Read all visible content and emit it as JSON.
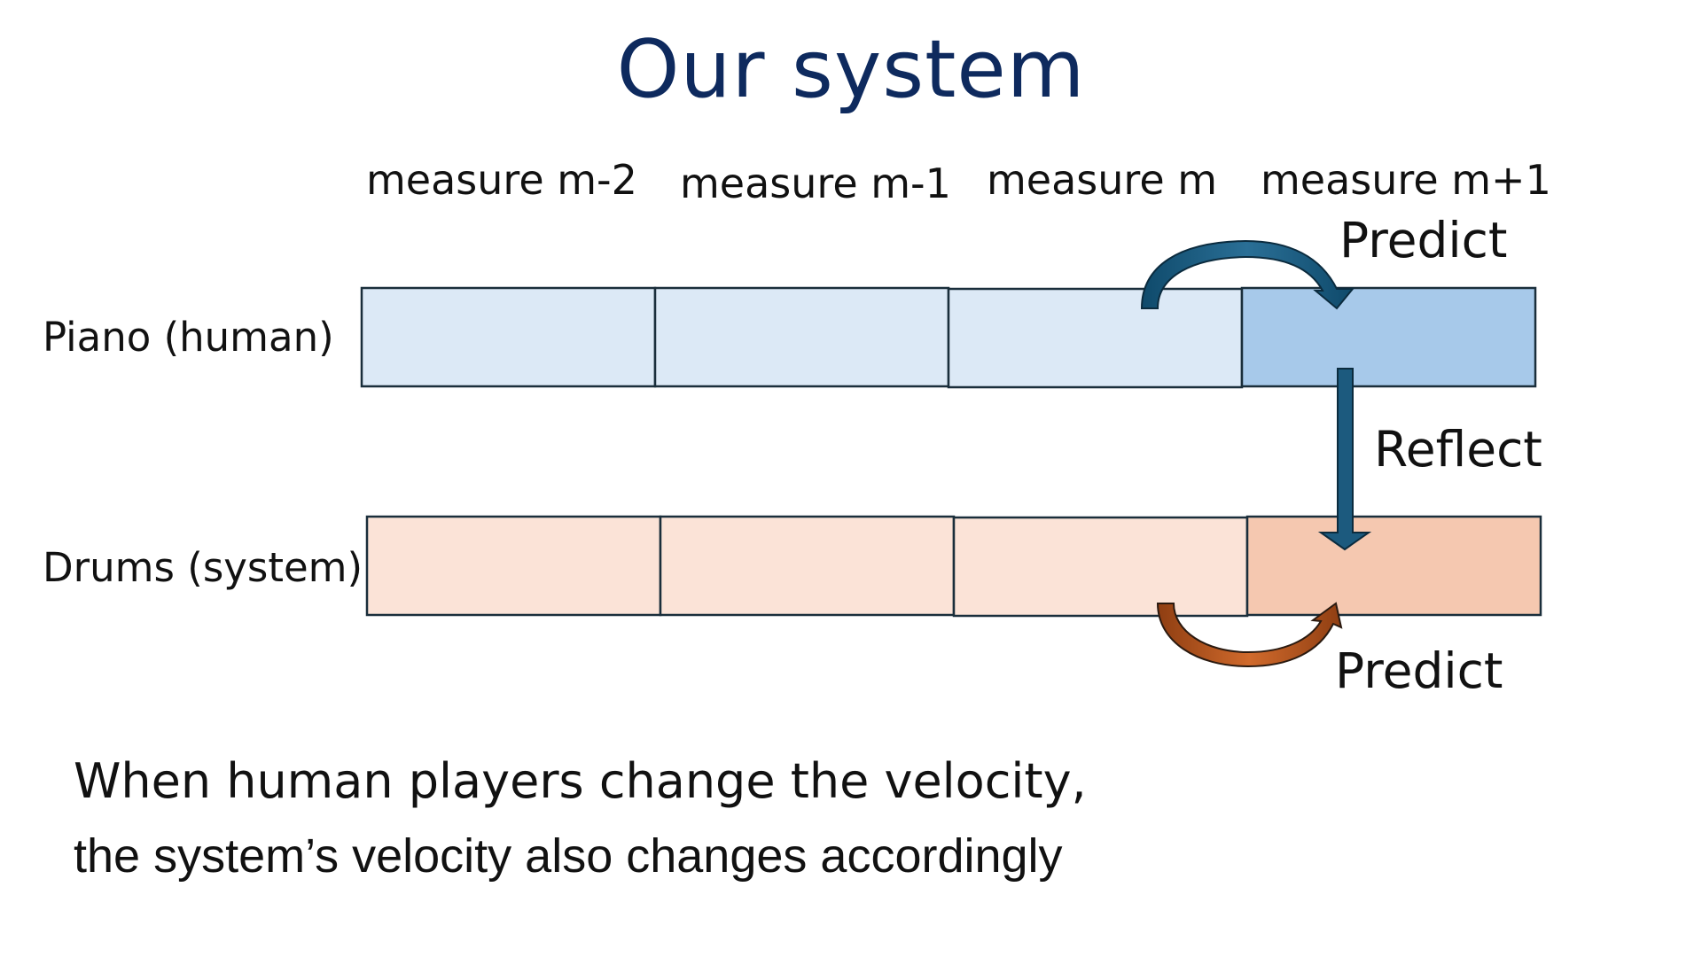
{
  "title": "Our system",
  "measures": [
    "measure m-2",
    "measure m-1",
    "measure m",
    "measure m+1"
  ],
  "rows": {
    "piano": {
      "label": "Piano (human)"
    },
    "drums": {
      "label": "Drums (system)"
    }
  },
  "arrows": {
    "piano_predict": "Predict",
    "reflect": "Reflect",
    "drums_predict": "Predict"
  },
  "footer": {
    "line1": "When human players change the velocity,",
    "line2": "the system’s velocity also changes accordingly"
  },
  "colors": {
    "title": "#0e2a5e",
    "piano_cell": "#dce9f6",
    "piano_cell_highlight": "#a7c9ea",
    "drums_cell": "#fbe3d7",
    "drums_cell_highlight": "#f5c8b0",
    "blue_arrow": "#1c5a7e",
    "orange_arrow": "#b5541c"
  }
}
